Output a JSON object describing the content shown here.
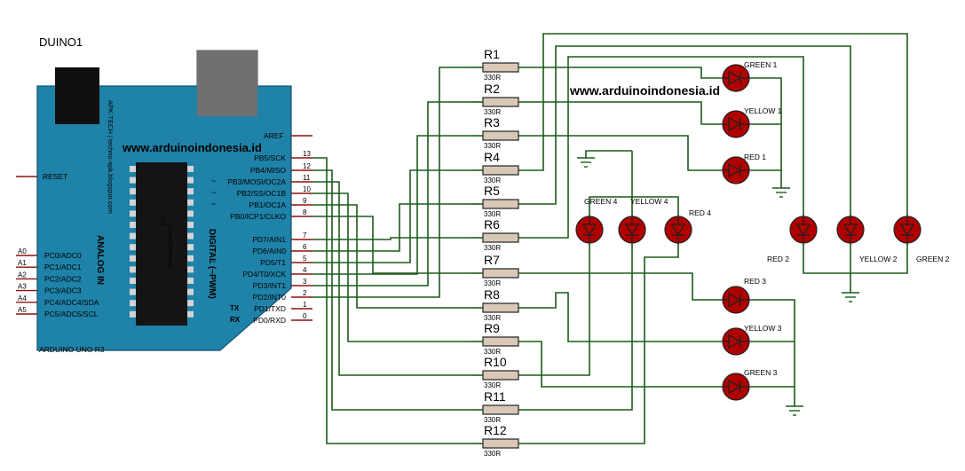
{
  "board": {
    "ref": "DUINO1",
    "model": "ARDUINO UNO R3",
    "chip": "ATMEGA328P-PU",
    "chip_code": "1121",
    "side_text": "APK-TECH | techno-apk.blogspot.com",
    "analog_label": "ANALOG IN",
    "digital_label": "DIGITAL (~PWM)",
    "website": "www.arduinoindonesia.id",
    "reset_label": "RESET",
    "aref_label": "AREF",
    "tx_label": "TX",
    "rx_label": "RX",
    "analog_pins": [
      {
        "name": "A0",
        "label": "PC0/ADC0"
      },
      {
        "name": "A1",
        "label": "PC1/ADC1"
      },
      {
        "name": "A2",
        "label": "PC2/ADC2"
      },
      {
        "name": "A3",
        "label": "PC3/ADC3"
      },
      {
        "name": "A4",
        "label": "PC4/ADC4/SDA"
      },
      {
        "name": "A5",
        "label": "PC5/ADC5/SCL"
      }
    ],
    "digital_pins": [
      {
        "num": "13",
        "label": "PB5/SCK",
        "pwm": false
      },
      {
        "num": "12",
        "label": "PB4/MISO",
        "pwm": false
      },
      {
        "num": "11",
        "label": "PB3/MOSI/OC2A",
        "pwm": true
      },
      {
        "num": "10",
        "label": "PB2/SS/OC1B",
        "pwm": true
      },
      {
        "num": "9",
        "label": "PB1/OC1A",
        "pwm": true
      },
      {
        "num": "8",
        "label": "PB0/ICP1/CLKO",
        "pwm": false
      },
      {
        "num": "7",
        "label": "PD7/AIN1",
        "pwm": false
      },
      {
        "num": "6",
        "label": "PD6/AIN0",
        "pwm": true
      },
      {
        "num": "5",
        "label": "PD5/T1",
        "pwm": true
      },
      {
        "num": "4",
        "label": "PD4/T0/XCK",
        "pwm": false
      },
      {
        "num": "3",
        "label": "PD3/INT1",
        "pwm": true
      },
      {
        "num": "2",
        "label": "PD2/INT0",
        "pwm": false
      },
      {
        "num": "1",
        "label": "PD1/TXD",
        "pwm": false
      },
      {
        "num": "0",
        "label": "PD0/RXD",
        "pwm": false
      }
    ]
  },
  "resistors": [
    {
      "name": "R1",
      "value": "330R"
    },
    {
      "name": "R2",
      "value": "330R"
    },
    {
      "name": "R3",
      "value": "330R"
    },
    {
      "name": "R4",
      "value": "330R"
    },
    {
      "name": "R5",
      "value": "330R"
    },
    {
      "name": "R6",
      "value": "330R"
    },
    {
      "name": "R7",
      "value": "330R"
    },
    {
      "name": "R8",
      "value": "330R"
    },
    {
      "name": "R9",
      "value": "330R"
    },
    {
      "name": "R10",
      "value": "330R"
    },
    {
      "name": "R11",
      "value": "330R"
    },
    {
      "name": "R12",
      "value": "330R"
    }
  ],
  "leds": [
    {
      "label": "GREEN 1"
    },
    {
      "label": "YELLOW 1"
    },
    {
      "label": "RED 1"
    },
    {
      "label": "GREEN 4"
    },
    {
      "label": "YELLOW 4"
    },
    {
      "label": "RED 4"
    },
    {
      "label": "RED 2"
    },
    {
      "label": "YELLOW 2"
    },
    {
      "label": "GREEN 2"
    },
    {
      "label": "RED 3"
    },
    {
      "label": "YELLOW 3"
    },
    {
      "label": "GREEN 3"
    }
  ],
  "website_label": "www.arduinoindonesia.id",
  "colors": {
    "board": "#1f82a8",
    "wire": "#1c5a1c",
    "pin": "#8b1010",
    "led": "#b00000",
    "resistor": "#d9c7b8",
    "link": "#3232c8"
  }
}
